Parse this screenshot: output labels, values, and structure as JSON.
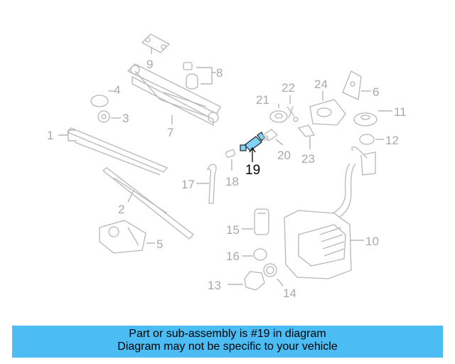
{
  "diagram": {
    "highlight_part": "19",
    "highlight_color": "#7fd3f7",
    "label_color": "#a9a9a9",
    "callouts": [
      "1",
      "2",
      "3",
      "4",
      "5",
      "6",
      "7",
      "8",
      "9",
      "10",
      "11",
      "12",
      "13",
      "14",
      "15",
      "16",
      "17",
      "18",
      "19",
      "20",
      "21",
      "22",
      "23",
      "24"
    ]
  },
  "banner": {
    "line1": "Part or sub-assembly is #19 in diagram",
    "line2": "Diagram may not be specific to your vehicle",
    "background": "#4bbcf4"
  }
}
